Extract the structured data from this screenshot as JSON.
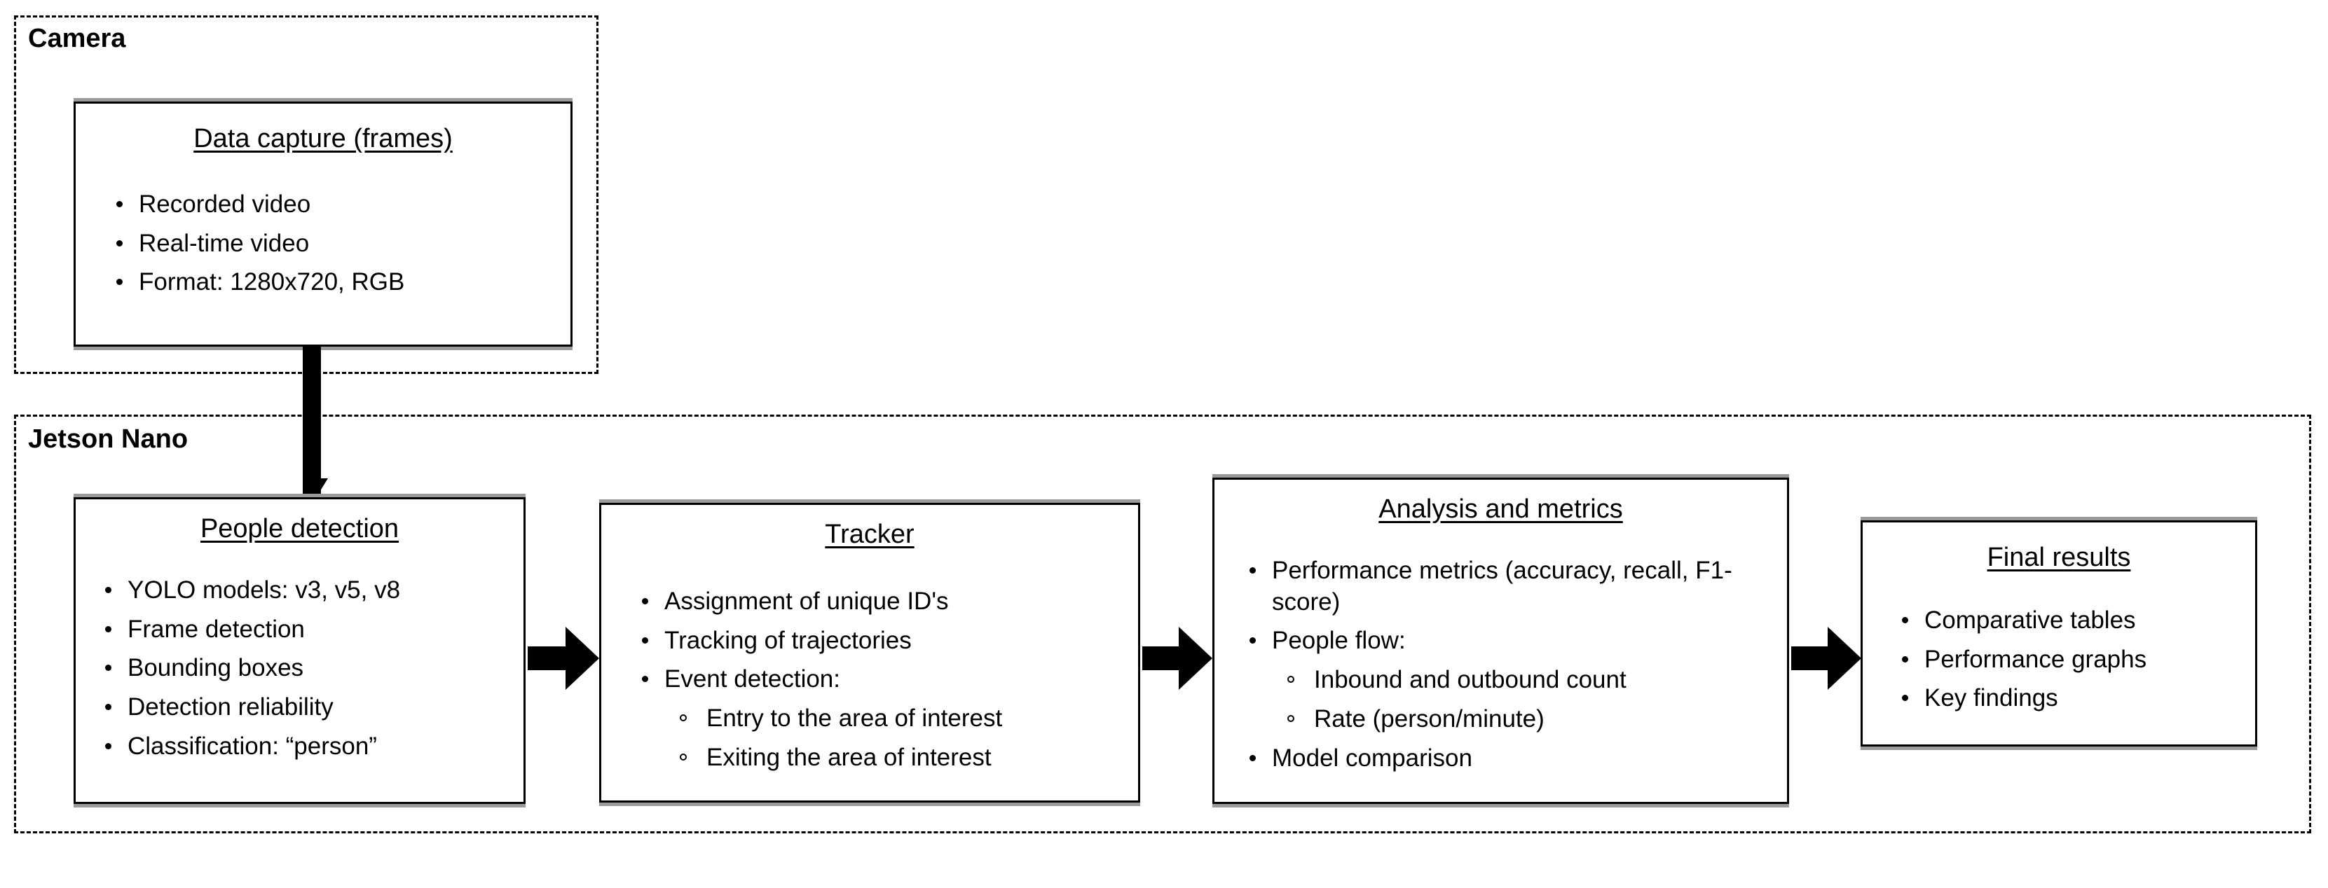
{
  "diagram": {
    "groups": [
      {
        "id": "camera",
        "title": "Camera"
      },
      {
        "id": "jetson",
        "title": "Jetson Nano"
      }
    ],
    "boxes": [
      {
        "id": "data-capture",
        "title": "Data capture (frames)",
        "items": [
          {
            "text": "Recorded video",
            "sub": []
          },
          {
            "text": "Real-time video",
            "sub": []
          },
          {
            "text": "Format: 1280x720, RGB",
            "sub": []
          }
        ]
      },
      {
        "id": "people-detection",
        "title": "People detection",
        "items": [
          {
            "text": "YOLO models: v3, v5, v8",
            "sub": []
          },
          {
            "text": "Frame detection",
            "sub": []
          },
          {
            "text": "Bounding boxes",
            "sub": []
          },
          {
            "text": "Detection reliability",
            "sub": []
          },
          {
            "text": "Classification: “person”",
            "sub": []
          }
        ]
      },
      {
        "id": "tracker",
        "title": "Tracker",
        "items": [
          {
            "text": "Assignment of unique ID's",
            "sub": []
          },
          {
            "text": "Tracking of trajectories",
            "sub": []
          },
          {
            "text": "Event detection:",
            "sub": [
              "Entry to the area of interest",
              "Exiting the area of interest"
            ]
          }
        ]
      },
      {
        "id": "analysis-and-metrics",
        "title": "Analysis and metrics",
        "items": [
          {
            "text": "Performance metrics (accuracy, recall, F1-score)",
            "sub": []
          },
          {
            "text": "People flow:",
            "sub": [
              "Inbound and outbound count",
              "Rate (person/minute)"
            ]
          },
          {
            "text": "Model comparison",
            "sub": []
          }
        ]
      },
      {
        "id": "final-results",
        "title": "Final results",
        "items": [
          {
            "text": "Comparative tables",
            "sub": []
          },
          {
            "text": "Performance graphs",
            "sub": []
          },
          {
            "text": "Key findings",
            "sub": []
          }
        ]
      }
    ],
    "arrows": [
      {
        "id": "capture-to-detection",
        "direction": "down"
      },
      {
        "id": "detection-to-tracker",
        "direction": "right"
      },
      {
        "id": "tracker-to-analysis",
        "direction": "right"
      },
      {
        "id": "analysis-to-results",
        "direction": "right"
      }
    ],
    "colors": {
      "line": "#000000",
      "shadow": "#9a9a9a",
      "background": "#ffffff"
    }
  }
}
